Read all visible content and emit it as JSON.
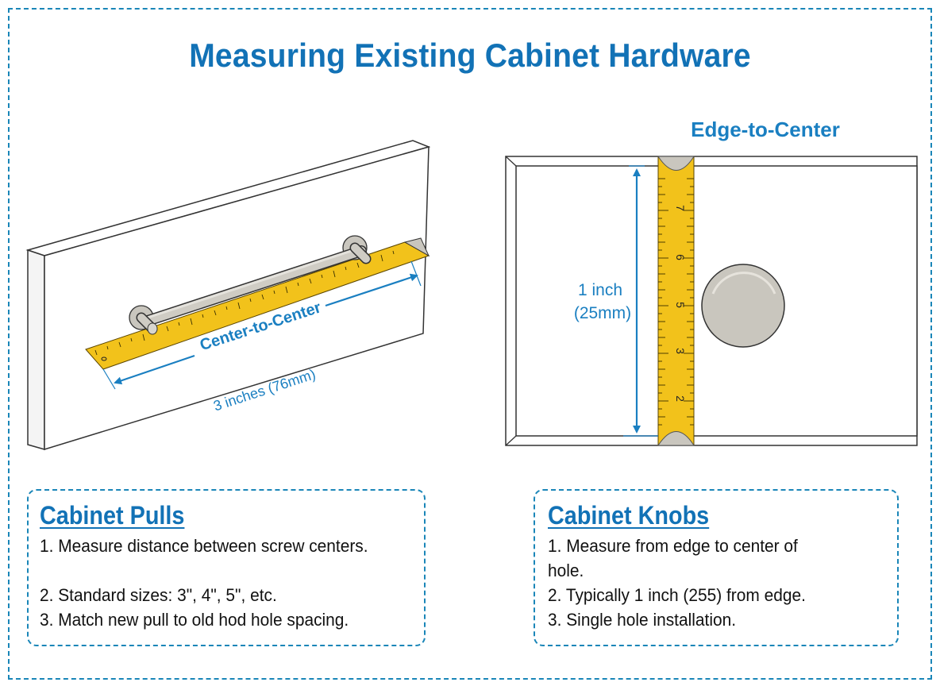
{
  "title": "Measuring Existing Cabinet Hardware",
  "colors": {
    "accent_blue": "#1272b6",
    "dashed_border": "#1a86b8",
    "tape_yellow": "#f2c21b",
    "hardware_gray": "#c9c6be",
    "outline": "#333333"
  },
  "pull_diagram": {
    "measure_label": "Center-to-Center",
    "dimension_label": "3 inches (76mm)",
    "icons": [
      "cabinet-door-panel",
      "bar-pull-handle",
      "tape-measure",
      "dimension-arrow"
    ]
  },
  "knob_diagram": {
    "heading": "Edge-to-Center",
    "dimension_line1": "1 inch",
    "dimension_line2": "(25mm)",
    "tape_numbers": [
      "7",
      "6",
      "5",
      "3",
      "2"
    ],
    "icons": [
      "cabinet-door-frame",
      "round-knob",
      "tape-measure",
      "vertical-dimension-arrow"
    ]
  },
  "cards": {
    "pulls": {
      "title": "Cabinet Pulls",
      "items": [
        "1. Measure distance between screw centers.",
        "2. Standard sizes: 3\", 4\", 5\", etc.",
        "3. Match new pull to old hod hole spacing."
      ]
    },
    "knobs": {
      "title": "Cabinet Knobs",
      "items": [
        "1. Measure from edge to center of",
        "hole.",
        "2. Typically 1 inch (255) from edge.",
        "3. Single hole installation."
      ]
    }
  }
}
